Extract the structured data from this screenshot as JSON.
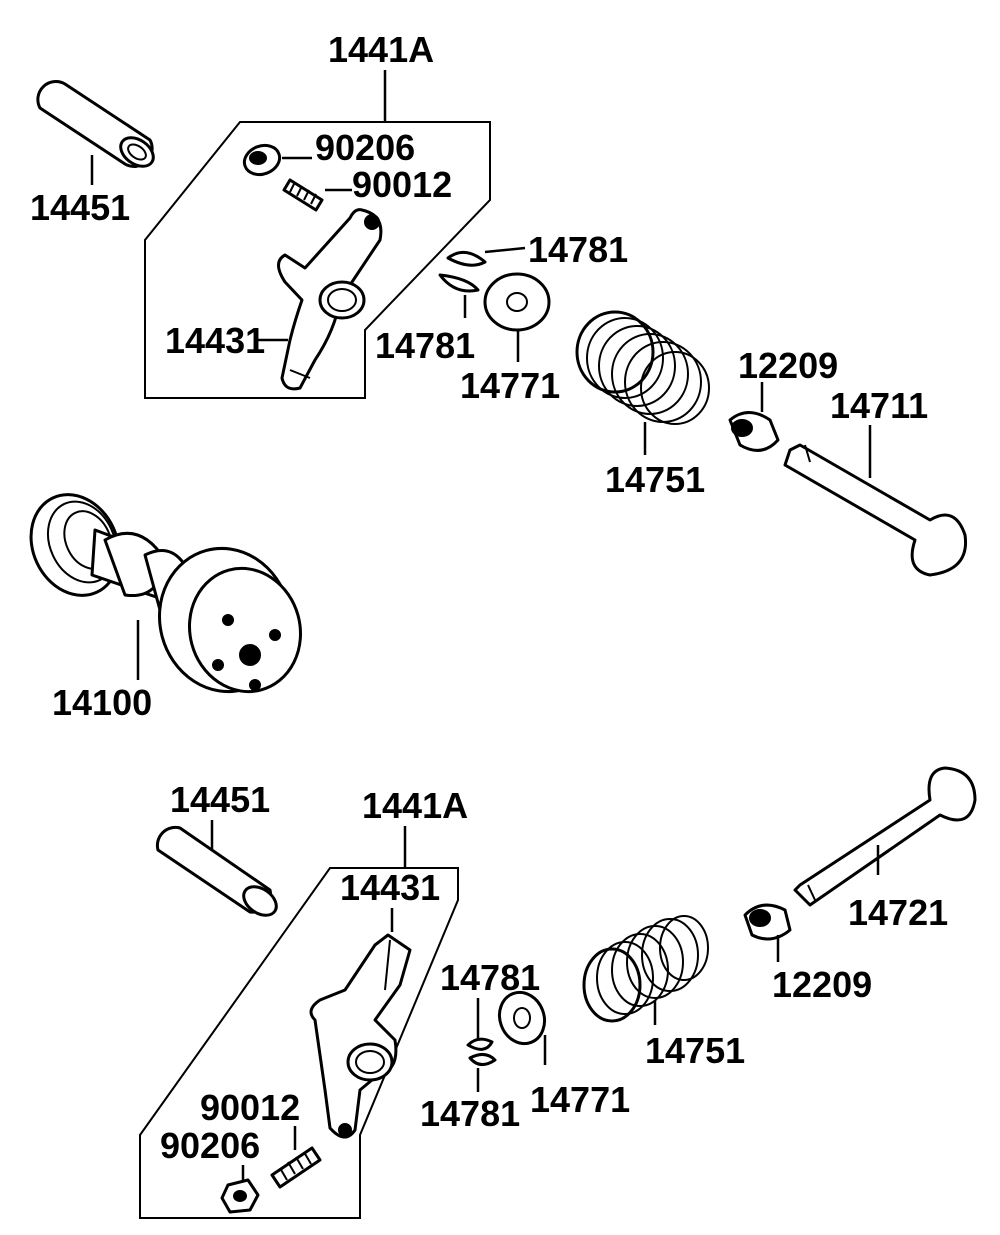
{
  "labels": {
    "top_1441A": "1441A",
    "top_14451": "14451",
    "top_90206": "90206",
    "top_90012": "90012",
    "top_14781_a": "14781",
    "top_14781_b": "14781",
    "top_14431": "14431",
    "top_14771": "14771",
    "top_12209": "12209",
    "top_14711": "14711",
    "top_14751": "14751",
    "cam_14100": "14100",
    "bot_14451": "14451",
    "bot_1441A": "1441A",
    "bot_14431": "14431",
    "bot_14721": "14721",
    "bot_14781_a": "14781",
    "bot_12209": "12209",
    "bot_14751": "14751",
    "bot_90012": "90012",
    "bot_14771": "14771",
    "bot_90206": "90206",
    "bot_14781_b": "14781"
  }
}
